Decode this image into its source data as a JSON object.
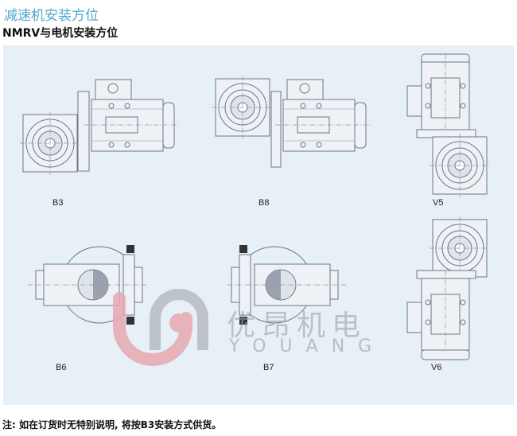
{
  "header": {
    "title": "减速机安装方位",
    "subtitle": "NMRV与电机安装方位"
  },
  "positions": [
    {
      "label": "B3"
    },
    {
      "label": "B8"
    },
    {
      "label": "V5"
    },
    {
      "label": "B6"
    },
    {
      "label": "B7"
    },
    {
      "label": "V6"
    }
  ],
  "watermark": {
    "cn": "优昂机电",
    "en": "YOUANG"
  },
  "note": "注: 如在订货时无特别说明, 将按B3安装方式供货。",
  "colors": {
    "title": "#4fa6cb",
    "panel": "#e7eff7",
    "logo_pink": "#e8a9b1",
    "logo_gray": "#b8bcc4"
  }
}
